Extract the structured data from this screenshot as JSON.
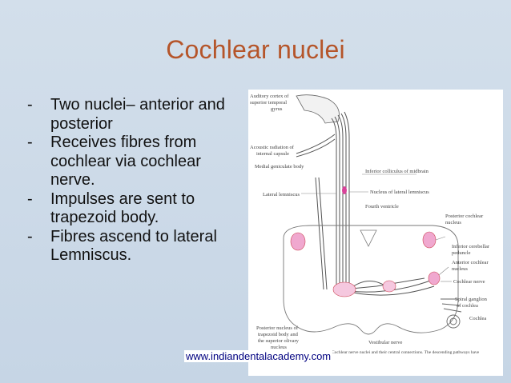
{
  "slide": {
    "title": "Cochlear nuclei",
    "bullets": [
      "Two nuclei– anterior and posterior",
      "Receives fibres from cochlear via cochlear nerve.",
      "Impulses are sent to trapezoid body.",
      "Fibres ascend to lateral Lemniscus."
    ],
    "bullet_marker": "-",
    "watermark": "www.indiandentalacademy.com"
  },
  "figure": {
    "labels": {
      "auditory_cortex": "Auditory cortex of",
      "auditory_cortex_2": "superior temporal",
      "auditory_cortex_3": "gyrus",
      "acoustic_radiation": "Acoustic radiation of",
      "acoustic_radiation_2": "internal capsule",
      "medial_geniculate": "Medial geniculate body",
      "inferior_colliculus": "Inferior colliculus of midbrain",
      "lateral_lemniscus": "Lateral lemniscus",
      "nucleus_lateral_lemniscus": "Nucleus of lateral lemniscus",
      "fourth_ventricle": "Fourth ventricle",
      "posterior_cochlear": "Posterior cochlear",
      "posterior_cochlear_2": "nucleus",
      "inferior_cerebellar": "Inferior cerebellar",
      "inferior_cerebellar_2": "peduncle",
      "anterior_cochlear": "Anterior cochlear",
      "anterior_cochlear_2": "nucleus",
      "cochlear_nerve": "Cochlear nerve",
      "spiral_ganglion": "Spiral ganglion",
      "spiral_ganglion_2": "of cochlea",
      "cochlea": "Cochlea",
      "posterior_trapezoid": "Posterior nucleus of",
      "posterior_trapezoid_2": "trapezoid body and",
      "posterior_trapezoid_3": "the superior olivary",
      "posterior_trapezoid_4": "nucleus",
      "vestibular_nerve": "Vestibular nerve",
      "caption": "Cochlear nerve nuclei and their central connections. The descending pathways have"
    }
  }
}
